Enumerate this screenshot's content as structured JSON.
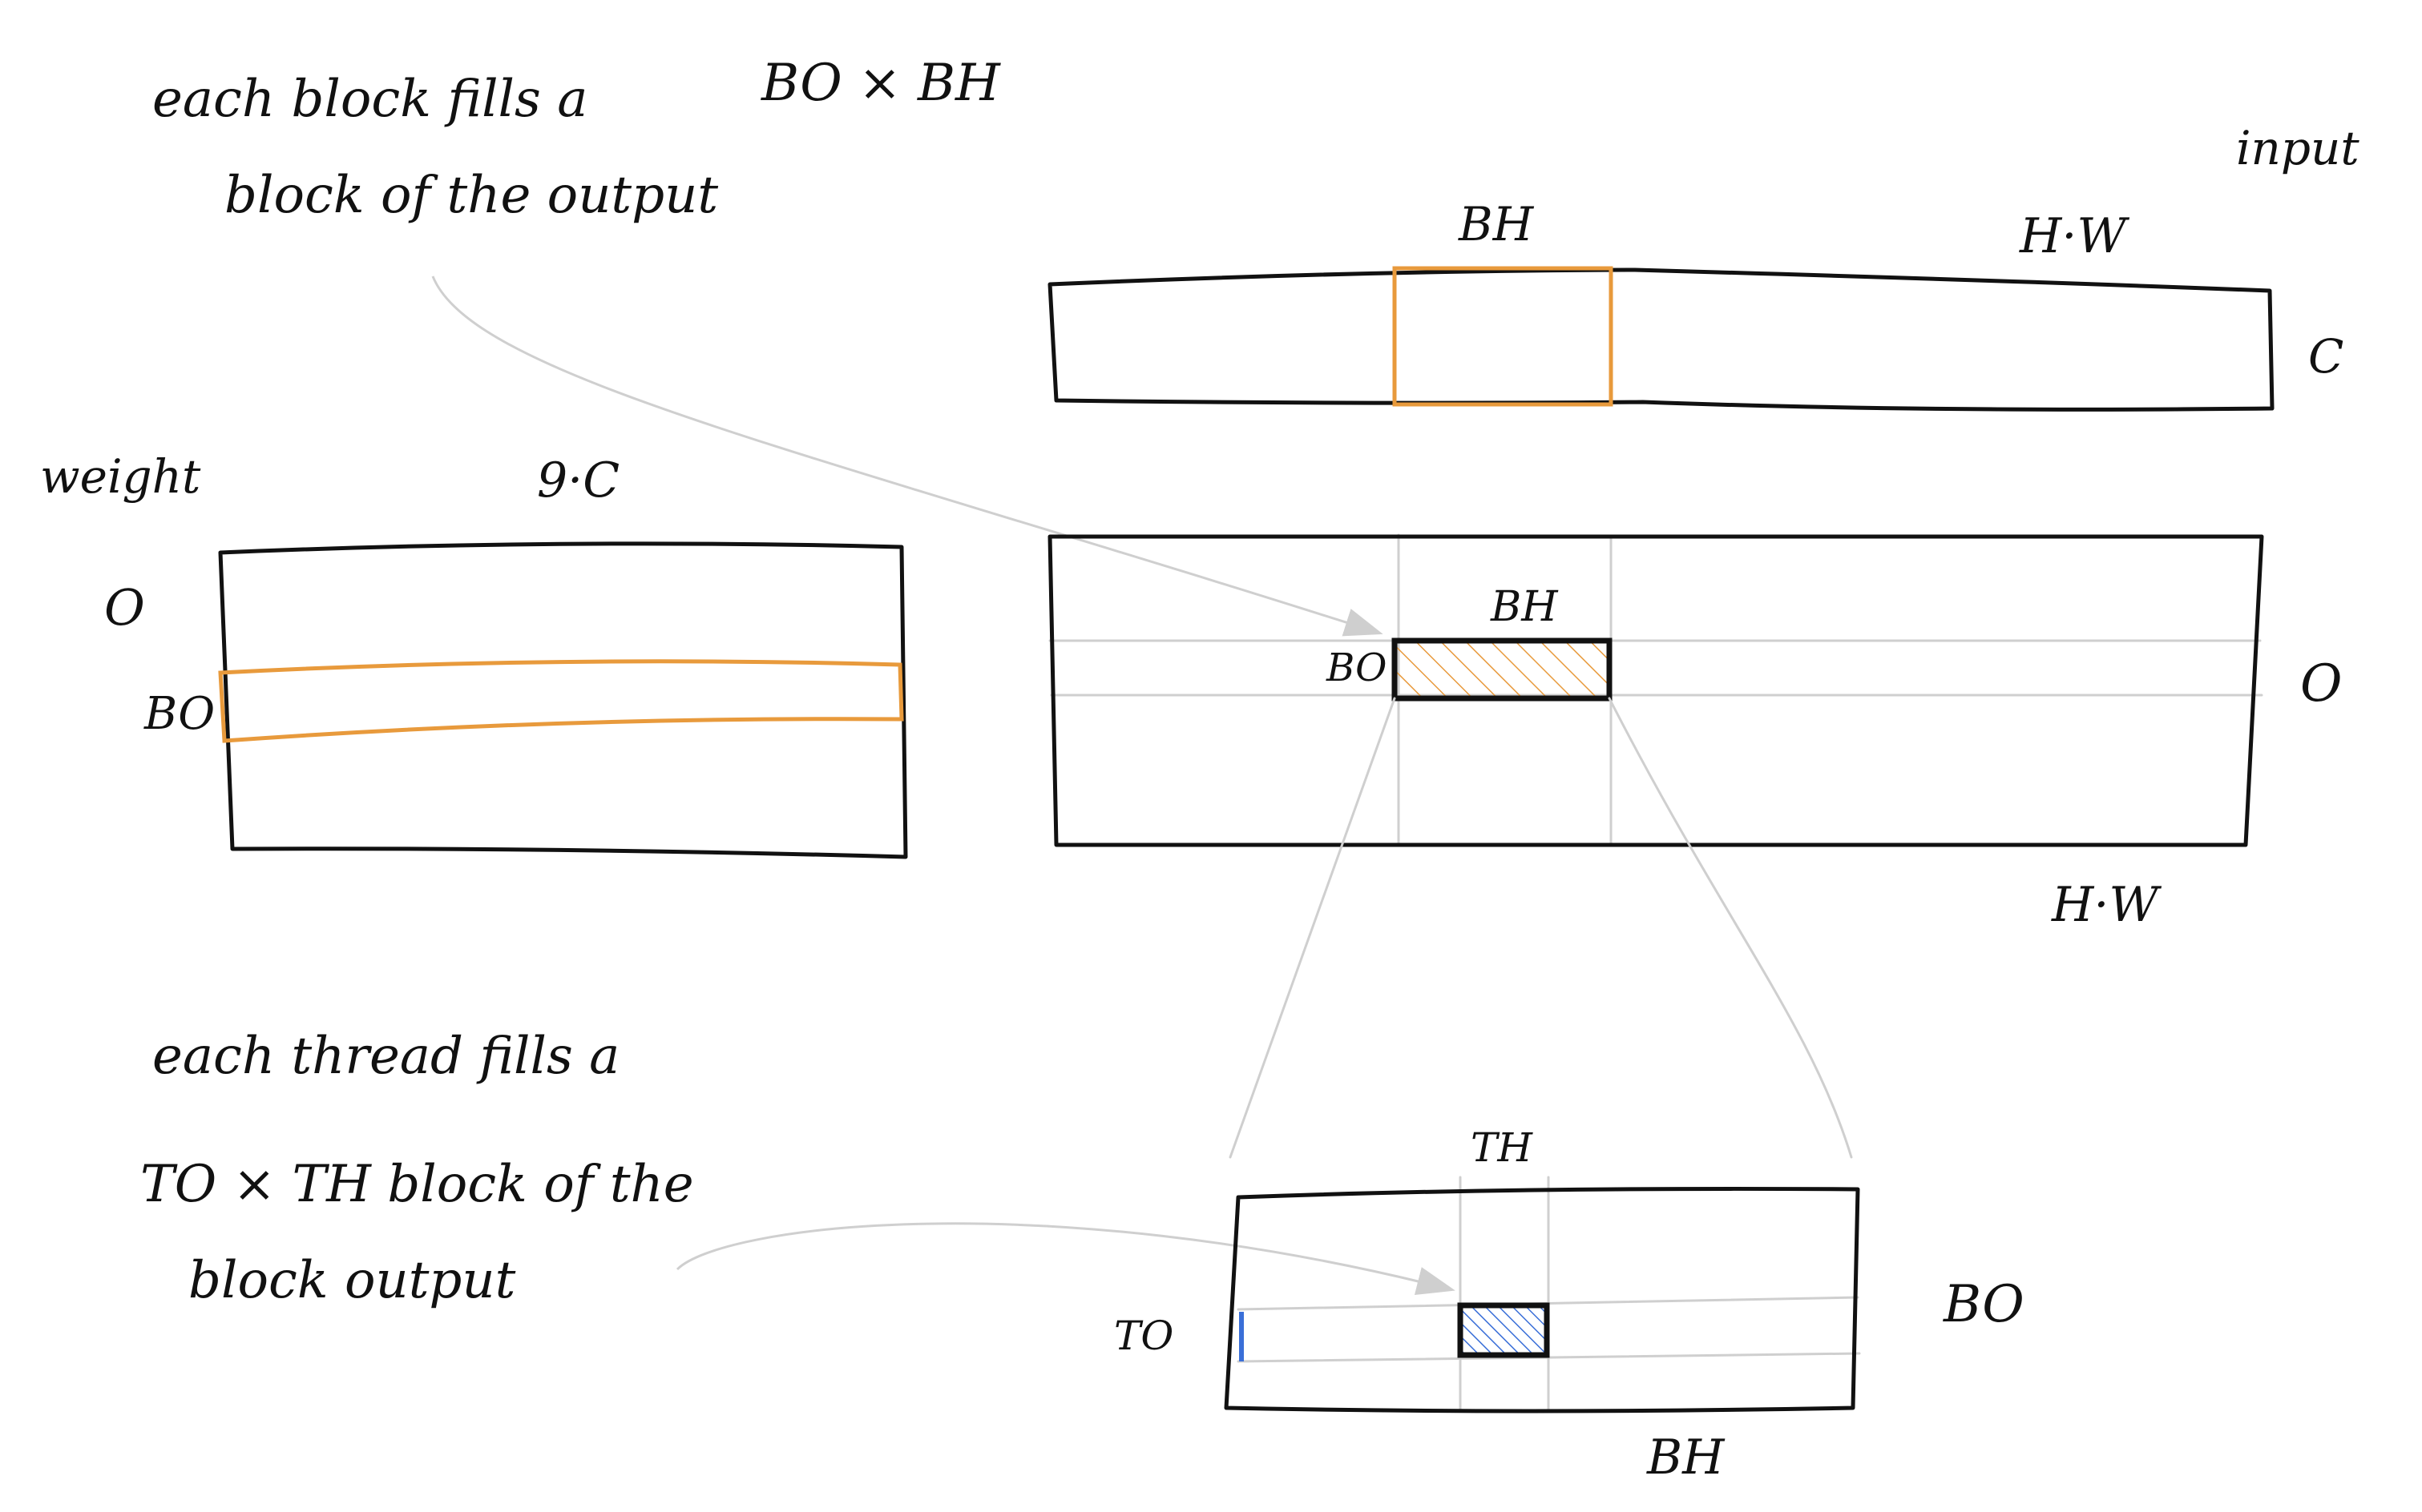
{
  "annotations": {
    "block_note_line1": "each block fills a",
    "block_note_dims": "BO × BH",
    "block_note_line2": "block of the output",
    "thread_note_line1": "each thread fills a",
    "thread_note_line2": "TO × TH block of the",
    "thread_note_line3": "block output"
  },
  "input_matrix": {
    "name": "input",
    "col_label": "H·W",
    "row_label": "C",
    "block_label": "BH"
  },
  "weight_matrix": {
    "name": "weight",
    "col_label": "9·C",
    "row_label": "O",
    "block_label": "BO"
  },
  "output_matrix": {
    "col_label": "H·W",
    "row_label": "O",
    "block_col_label": "BH",
    "block_row_label": "BO"
  },
  "zoomed_block": {
    "col_label": "BH",
    "row_label": "BO",
    "thread_col_label": "TH",
    "thread_row_label": "TO"
  },
  "colors": {
    "ink": "#111111",
    "grid": "#cfcfcf",
    "block_highlight": "#e89a3c",
    "thread_highlight": "#3a6fd8"
  }
}
